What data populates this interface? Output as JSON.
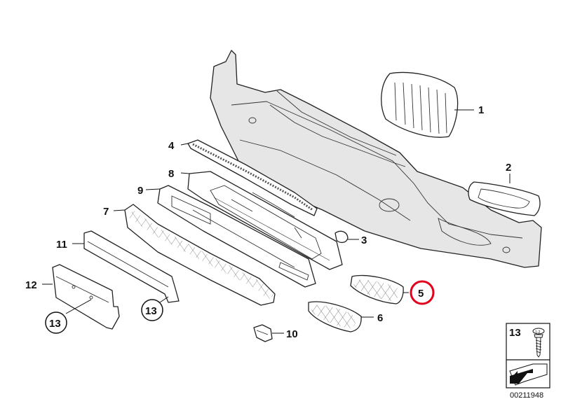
{
  "diagram": {
    "document_number": "00211948",
    "highlight_color": "#e3001b",
    "highlighted_part": "5",
    "callouts": [
      {
        "id": "1",
        "text": "1"
      },
      {
        "id": "2",
        "text": "2"
      },
      {
        "id": "3",
        "text": "3"
      },
      {
        "id": "4",
        "text": "4"
      },
      {
        "id": "5",
        "text": "5"
      },
      {
        "id": "6",
        "text": "6"
      },
      {
        "id": "7",
        "text": "7"
      },
      {
        "id": "8",
        "text": "8"
      },
      {
        "id": "9",
        "text": "9"
      },
      {
        "id": "10",
        "text": "10"
      },
      {
        "id": "11",
        "text": "11"
      },
      {
        "id": "12",
        "text": "12"
      },
      {
        "id": "13a",
        "text": "13"
      },
      {
        "id": "13b",
        "text": "13"
      }
    ],
    "legend_box": {
      "part_number": "13",
      "screw_head_marking": "1-2",
      "arrow_icon": "arrow-icon"
    }
  }
}
